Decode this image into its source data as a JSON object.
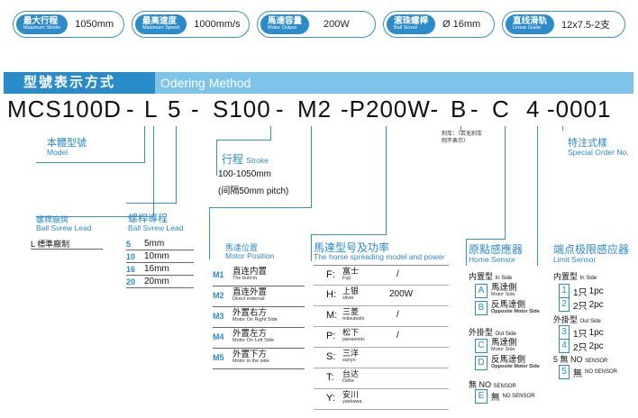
{
  "specs": [
    {
      "zh": "最大行程",
      "en": "Maximum Stroke",
      "value": "1050mm"
    },
    {
      "zh": "最高速度",
      "en": "Maximum Speed",
      "value": "1000mm/s"
    },
    {
      "zh": "馬達容量",
      "en": "Motor Output",
      "value": "200W"
    },
    {
      "zh": "滚珠螺桿",
      "en": "Ball Screw",
      "value": "Ø 16mm"
    },
    {
      "zh": "直线滑轨",
      "en": "Linear Guide",
      "value": "12x7.5-2支"
    }
  ],
  "banner": {
    "zh": "型號表示方式",
    "en": "Odering Method"
  },
  "code": {
    "segments": [
      "MCS100D",
      "-",
      "L",
      "5",
      "-",
      "S100",
      "-",
      "M2",
      "-P200W-",
      "B",
      "-",
      "C",
      "4",
      "-0001"
    ]
  },
  "model": {
    "zh": "本體型號",
    "en": "Model"
  },
  "stroke": {
    "zh": "行程",
    "en": "Stroke",
    "range": "100-1050mm",
    "pitch": "(间隔50mm pitch)"
  },
  "brake_note": "刹车：（若无刹车则不表示）",
  "special": {
    "zh": "特注式樣",
    "en": "Special Order No."
  },
  "lead": {
    "zh": "螺桿導程",
    "en": "Ball Svrew Lead",
    "rows": [
      {
        "n": "5",
        "v": "5mm"
      },
      {
        "n": "10",
        "v": "10mm"
      },
      {
        "n": "16",
        "v": "16mm"
      },
      {
        "n": "20",
        "v": "20mm"
      }
    ]
  },
  "screw": {
    "zh": "螺桿廠牌",
    "en": "Ball Svrew Lead",
    "item": "L 標準廠制"
  },
  "motorpos": {
    "zh": "馬達位置",
    "en": "Motor Position",
    "rows": [
      {
        "n": "M1",
        "zh": "直连内置",
        "en": "The built-in"
      },
      {
        "n": "M2",
        "zh": "直连外置",
        "en": "Direct external"
      },
      {
        "n": "M3",
        "zh": "外置右方",
        "en": "Motor On Right Side"
      },
      {
        "n": "M4",
        "zh": "外置左方",
        "en": "Motor On Left Side"
      },
      {
        "n": "M5",
        "zh": "外置下方",
        "en": "Motor in the side"
      }
    ]
  },
  "brand": {
    "zh": "馬達型号及功率",
    "en": "The horse spreading model and power",
    "rows": [
      {
        "k": "F:",
        "zh": "富士",
        "en": "Fuji",
        "v": "/"
      },
      {
        "k": "H:",
        "zh": "上银",
        "en": "silver",
        "v": "200W"
      },
      {
        "k": "M:",
        "zh": "三菱",
        "en": "mitsubishi",
        "v": "/"
      },
      {
        "k": "P:",
        "zh": "松下",
        "en": "panasonic",
        "v": "/"
      },
      {
        "k": "S:",
        "zh": "三洋",
        "en": "sanyo",
        "v": ""
      },
      {
        "k": "T:",
        "zh": "台达",
        "en": "Delta",
        "v": ""
      },
      {
        "k": "Y:",
        "zh": "安川",
        "en": "yaskawa",
        "v": ""
      }
    ]
  },
  "home": {
    "zh": "原點感應器",
    "en": "Home Sensor",
    "inside": {
      "zh": "内置型",
      "en": "In Side"
    },
    "outside": {
      "zh": "外掛型",
      "en": "Out Side"
    },
    "none": {
      "zh": "無 NO",
      "en": "SENSOR"
    },
    "rows": [
      {
        "k": "A",
        "zh": "馬達側",
        "en": "Motor Side"
      },
      {
        "k": "B",
        "zh": "反馬達側",
        "en": "Opposite Motor Side"
      },
      {
        "k": "C",
        "zh": "馬達側",
        "en": "Motor Side"
      },
      {
        "k": "D",
        "zh": "反馬達側",
        "en": "Opposite Motor Side"
      },
      {
        "k": "E",
        "zh": "無",
        "en": "NO SENSOR"
      }
    ]
  },
  "limit": {
    "zh": "端点极限感应器",
    "en": "Limit Sensor",
    "inside": {
      "zh": "内置型",
      "en": "In Side"
    },
    "outside": {
      "zh": "外掛型",
      "en": "Out Side"
    },
    "none": {
      "zh": "5 無 NO",
      "en": "SENSOR"
    },
    "rows": [
      {
        "k": "1",
        "zh": "1只",
        "v": "1pc"
      },
      {
        "k": "2",
        "zh": "2只",
        "v": "2pc"
      },
      {
        "k": "3",
        "zh": "1只",
        "v": "1pc"
      },
      {
        "k": "4",
        "zh": "2只",
        "v": "2pc"
      },
      {
        "k": "5",
        "zh": "無",
        "v": "NO SENSOR"
      }
    ]
  }
}
